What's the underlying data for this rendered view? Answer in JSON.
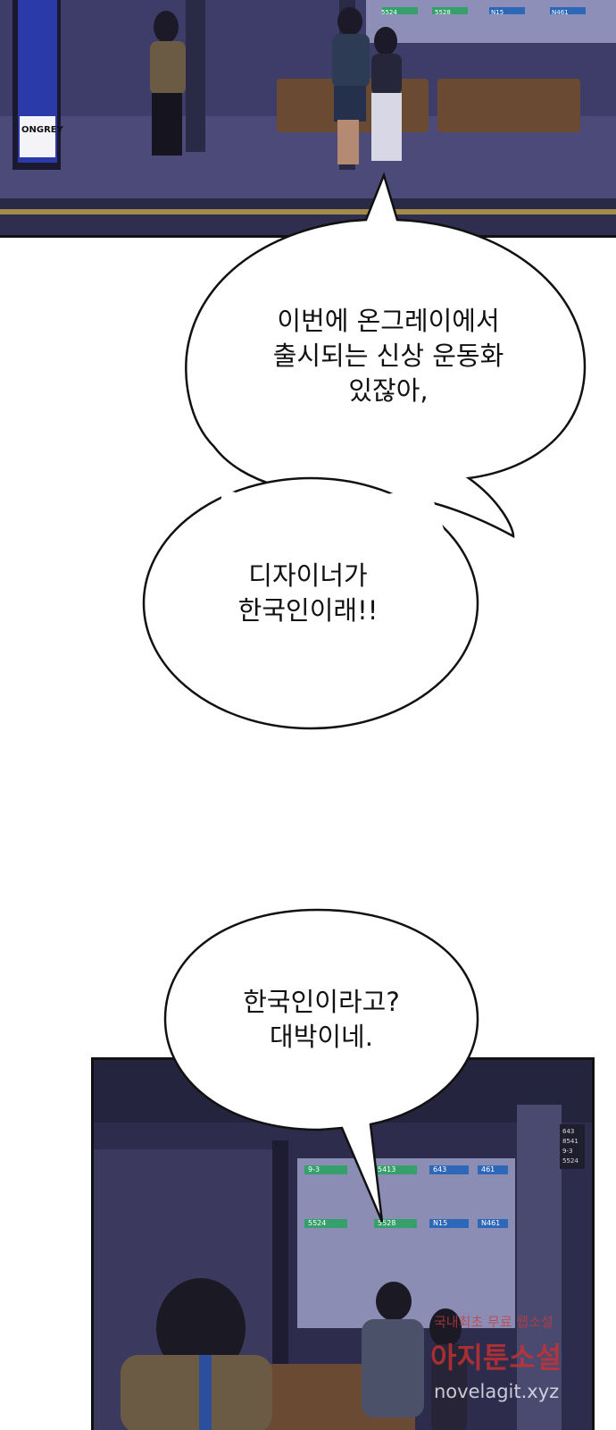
{
  "top_panel": {
    "poster_brand": "ONGREY",
    "bus_numbers": [
      "5524",
      "5528",
      "N15",
      "N461"
    ]
  },
  "bubbles": [
    {
      "id": "bubble-1",
      "text": "이번에 온그레이에서\n출시되는 신상 운동화\n있잖아,"
    },
    {
      "id": "bubble-2",
      "text": "디자이너가\n한국인이래!!"
    },
    {
      "id": "bubble-3",
      "text": "한국인이라고?\n대박이네."
    }
  ],
  "bottom_panel": {
    "route_signs": [
      "9-3",
      "5413",
      "643",
      "461",
      "5524",
      "5528",
      "N15",
      "N461"
    ],
    "stop_sign_lines": [
      "643",
      "8541",
      "9-3",
      "5524"
    ]
  },
  "watermark": {
    "line1": "국내최초 무료 웹소설",
    "line2": "아지툰소설",
    "line3": "novelagit.xyz"
  }
}
